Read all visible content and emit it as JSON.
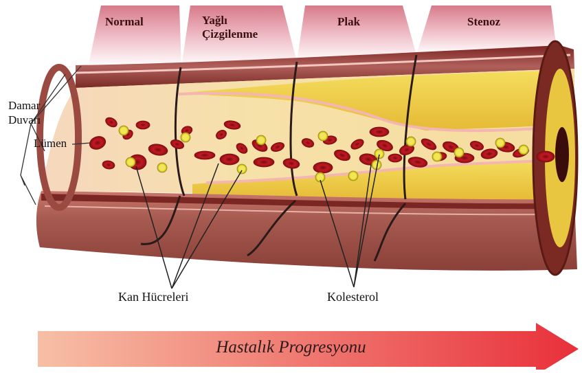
{
  "stages": [
    {
      "id": "normal",
      "label_lines": [
        "Normal"
      ]
    },
    {
      "id": "fatty-streak",
      "label_lines": [
        "Yağlı",
        "Çizgilenme"
      ]
    },
    {
      "id": "plaque",
      "label_lines": [
        "Plak"
      ]
    },
    {
      "id": "stenosis",
      "label_lines": [
        "Stenoz"
      ]
    }
  ],
  "labels": {
    "vessel_wall_line1": "Damar",
    "vessel_wall_line2": "Duvarı",
    "lumen": "Lümen",
    "blood_cells": "Kan Hücreleri",
    "cholesterol": "Kolesterol"
  },
  "progress": {
    "text": "Hastalık Progresyonu"
  },
  "colors": {
    "banner_top": "#e8a0ad",
    "banner_bottom": "#ffffff",
    "wall_dark": "#6e1a1c",
    "wall_mid": "#a8524a",
    "lumen_pink": "#f3cdb3",
    "plaque_yellow": "#f0d24a",
    "rbc": "#b3121c",
    "cholesterol": "#f4e43a",
    "arrow_start": "#f6b8a0",
    "arrow_end": "#e8323c"
  }
}
